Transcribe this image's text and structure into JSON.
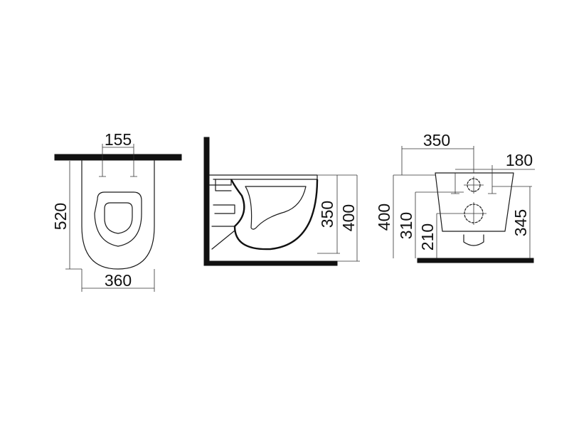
{
  "top_view": {
    "width_between_bolts": "155",
    "depth": "520",
    "width": "360"
  },
  "side_view": {
    "height_rim": "350",
    "height_total": "400"
  },
  "rear_view": {
    "depth_to_fixing": "350",
    "fixing_spacing": "180",
    "height_total": "400",
    "height_upper_hole": "310",
    "height_lower_hole": "210",
    "height_top": "345"
  }
}
